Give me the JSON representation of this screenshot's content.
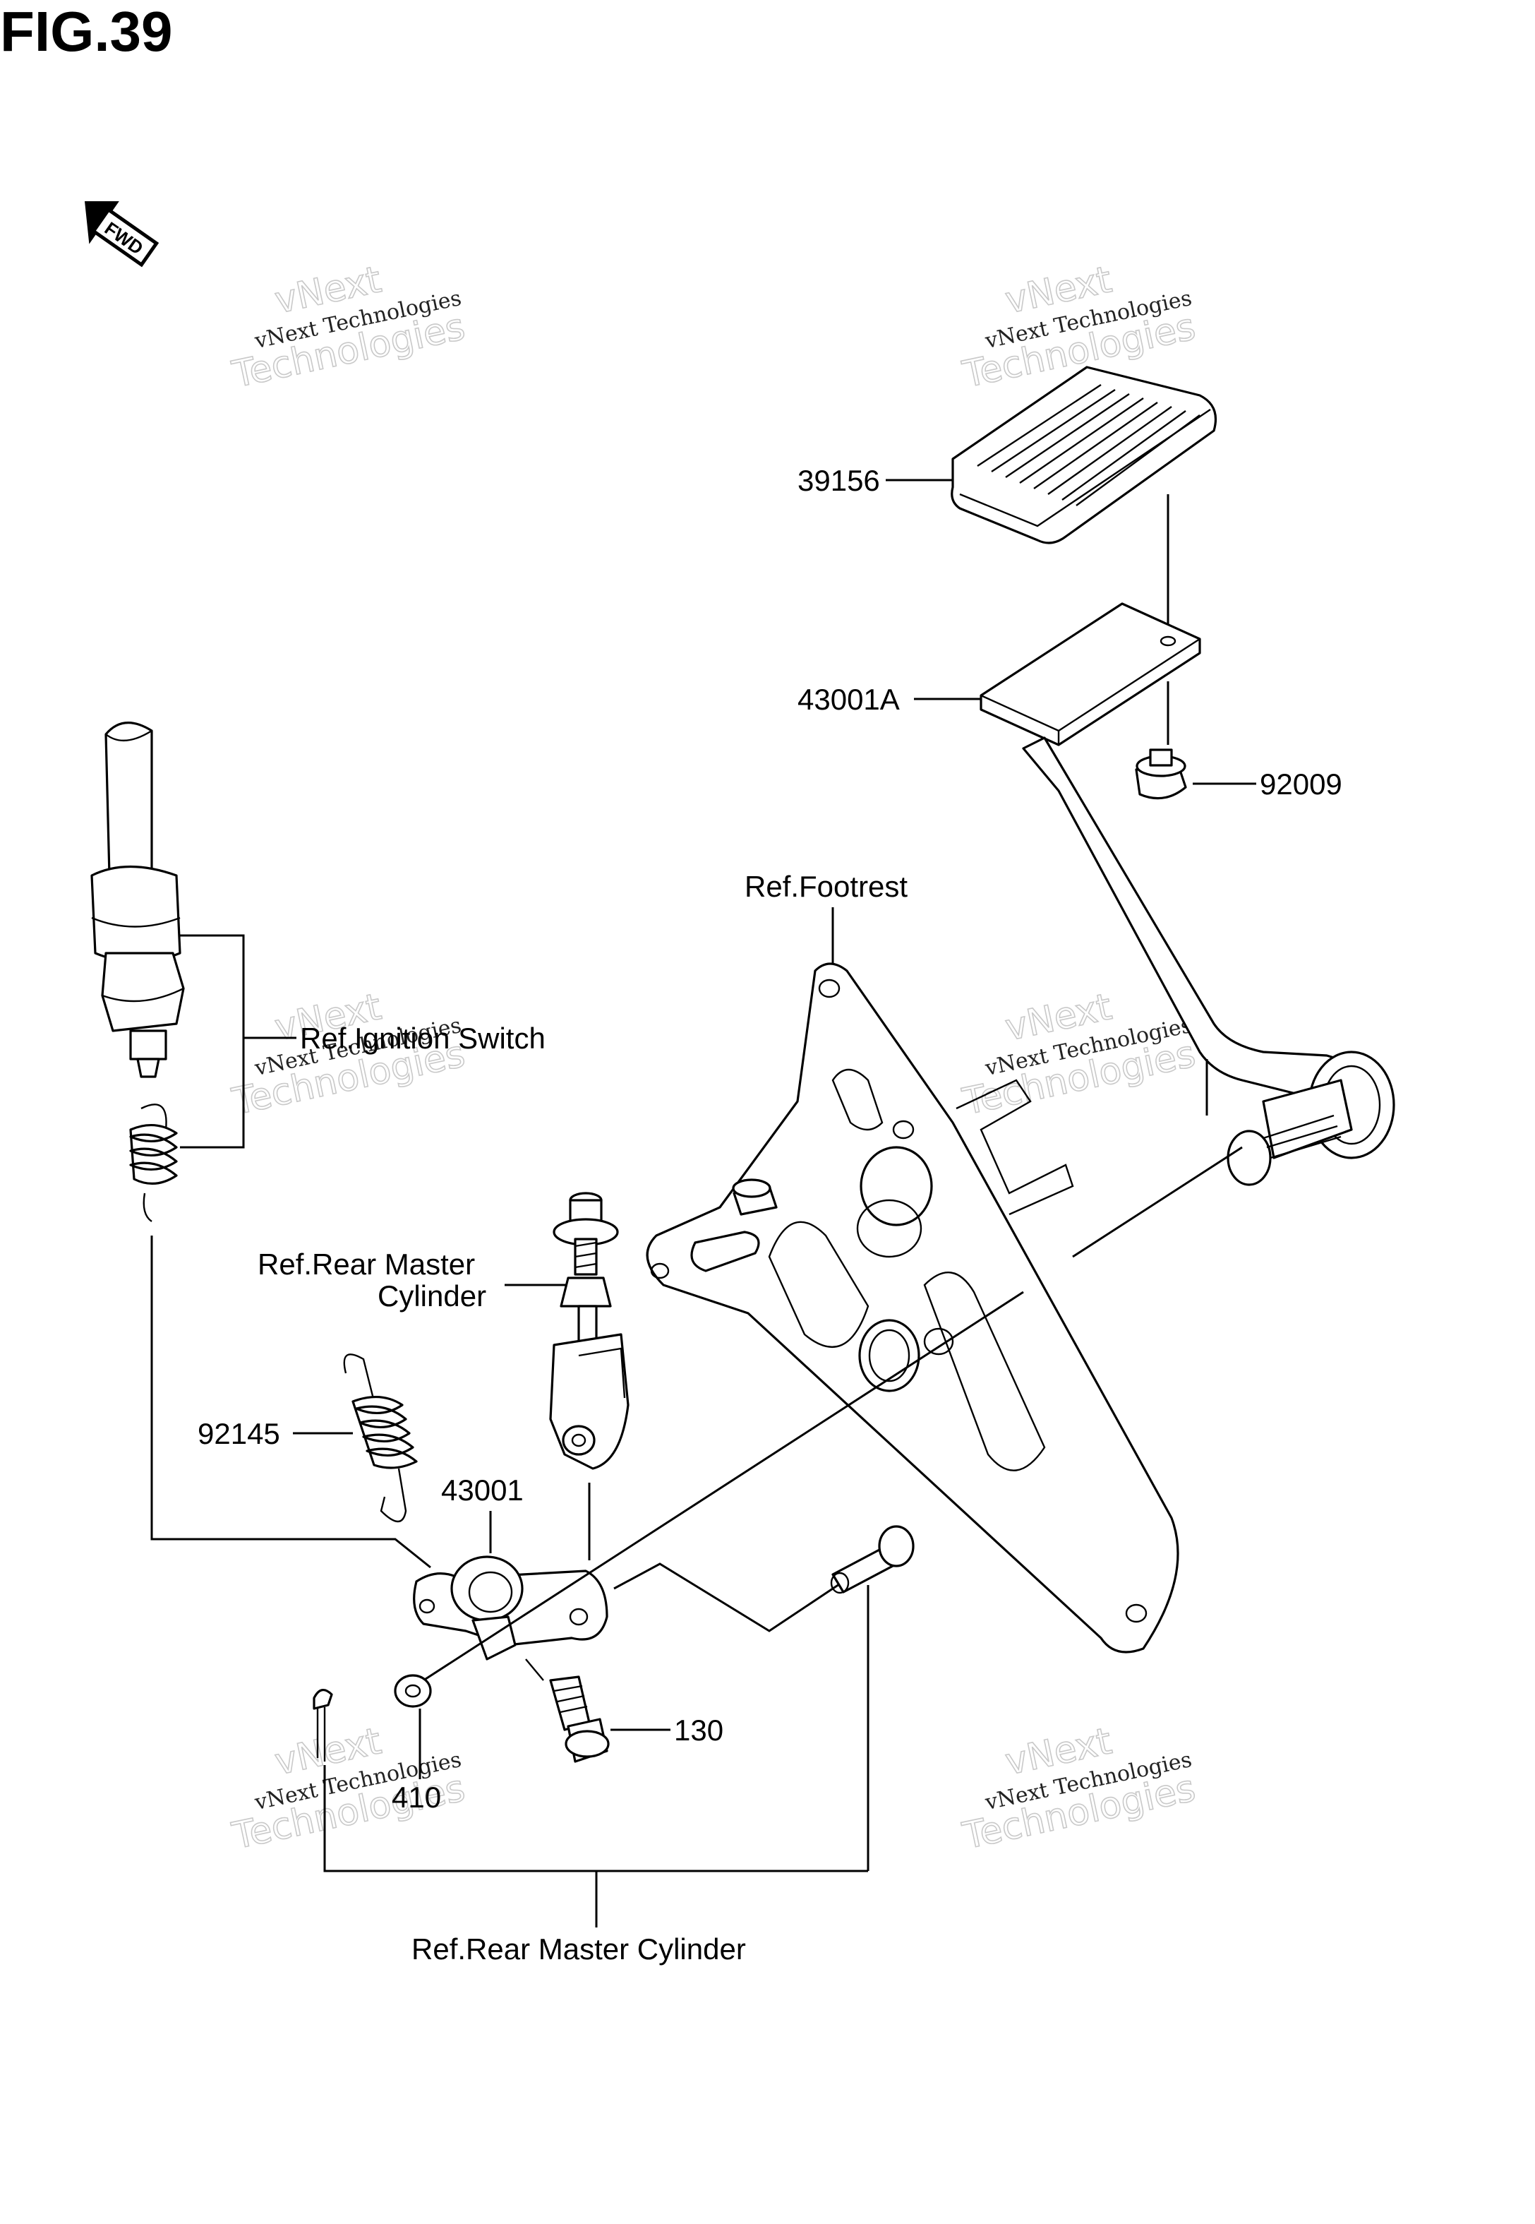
{
  "figure": {
    "title": "FIG.39"
  },
  "fwd_badge": {
    "text": "FWD",
    "icon": "fwd-arrow-icon"
  },
  "labels": {
    "p39156": "39156",
    "p43001A": "43001A",
    "p92009": "92009",
    "ref_footrest": "Ref.Footrest",
    "ref_ignition": "Ref.Ignition Switch",
    "ref_rmc_top_l1": "Ref.Rear Master",
    "ref_rmc_top_l2": "Cylinder",
    "p92145": "92145",
    "p43001": "43001",
    "p130": "130",
    "p410": "410",
    "ref_rmc_bottom": "Ref.Rear Master Cylinder"
  },
  "watermarks": [
    {
      "line1": "vNext",
      "line2": "vNext Technologies",
      "line3": "Technologies"
    },
    {
      "line1": "vNext",
      "line2": "vNext Technologies",
      "line3": "Technologies"
    },
    {
      "line1": "vNext",
      "line2": "vNext Technologies",
      "line3": "Technologies"
    },
    {
      "line1": "vNext",
      "line2": "vNext Technologies",
      "line3": "Technologies"
    },
    {
      "line1": "vNext",
      "line2": "vNext Technologies",
      "line3": "Technologies"
    },
    {
      "line1": "vNext",
      "line2": "vNext Technologies",
      "line3": "Technologies"
    }
  ]
}
